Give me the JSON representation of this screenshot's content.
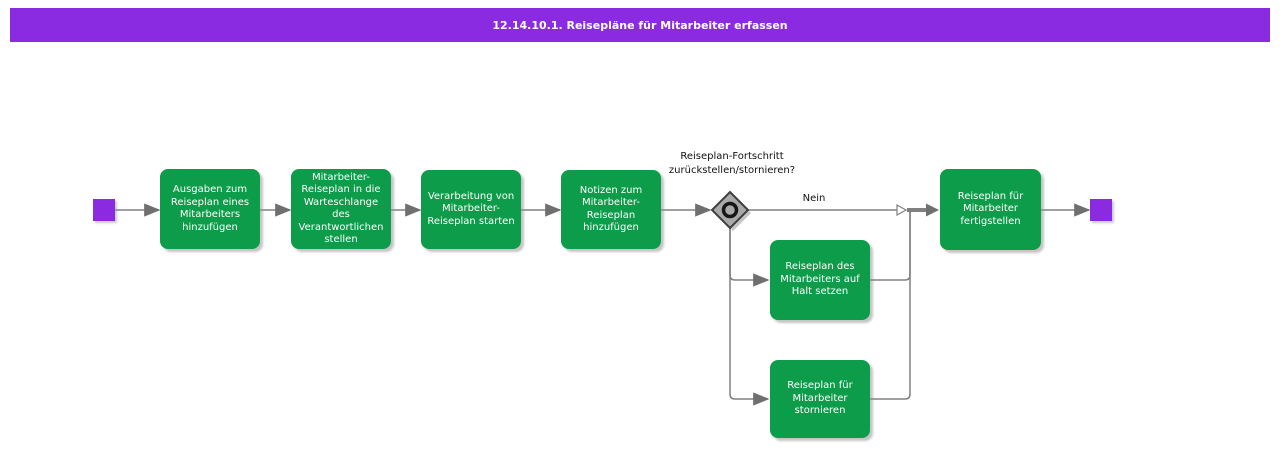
{
  "title_bar": {
    "text": "12.14.10.1. Reisepläne für Mitarbeiter erfassen"
  },
  "flow": {
    "tasks": [
      {
        "label": "Ausgaben zum Reiseplan eines Mitarbeiters hinzufügen"
      },
      {
        "label": "Mitarbeiter-Reiseplan in die Warteschlange des Verantwortlichen stellen"
      },
      {
        "label": "Verarbeitung von Mitarbeiter-Reiseplan starten"
      },
      {
        "label": "Notizen zum Mitarbeiter-Reiseplan hinzufügen"
      },
      {
        "label": "Reiseplan des Mitarbeiters auf Halt setzen"
      },
      {
        "label": "Reiseplan für Mitarbeiter stornieren"
      },
      {
        "label": "Reiseplan für Mitarbeiter fertigstellen"
      }
    ],
    "gateway": {
      "question": "Reiseplan-Fortschritt zurückstellen/stornieren?",
      "no_label": "Nein"
    },
    "colors": {
      "task_fill": "#0D9C49",
      "accent_purple": "#8A2BE2",
      "connector_gray": "#808080",
      "gateway_fill": "#A9A9A9",
      "gateway_border": "#3F3F3F"
    }
  }
}
